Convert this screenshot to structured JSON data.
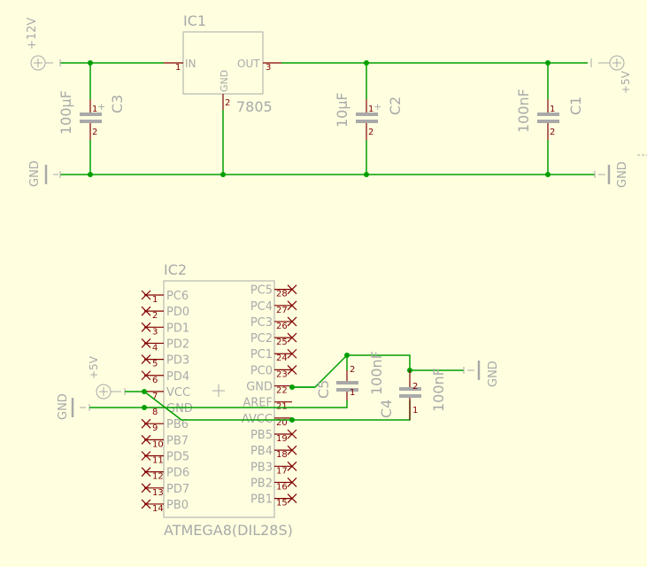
{
  "colors": {
    "background": "#ffffe0",
    "wire": "#009f00",
    "symbol": "#a9a9a9",
    "pin": "#800000"
  },
  "ic1": {
    "name": "IC1",
    "value": "7805",
    "pin_in": "IN",
    "pin_out": "OUT",
    "pin_gnd": "GND",
    "pin_num_in": "1",
    "pin_num_gnd": "2",
    "pin_num_out": "3"
  },
  "power": {
    "plus12": "+12V",
    "plus5": "+5V",
    "gnd": "GND"
  },
  "caps": {
    "c1": {
      "name": "C1",
      "value": "100nF"
    },
    "c2": {
      "name": "C2",
      "value": "10µF"
    },
    "c3": {
      "name": "C3",
      "value": "100µF"
    },
    "c4": {
      "name": "C4",
      "value": "100nF"
    },
    "c5": {
      "name": "C5",
      "value": "100nF"
    },
    "pin1": "1",
    "pin2": "2"
  },
  "ic2": {
    "name": "IC2",
    "value": "ATMEGA8(DIL28S)",
    "left_pins": [
      {
        "num": "1",
        "label": "PC6"
      },
      {
        "num": "2",
        "label": "PD0"
      },
      {
        "num": "3",
        "label": "PD1"
      },
      {
        "num": "4",
        "label": "PD2"
      },
      {
        "num": "5",
        "label": "PD3"
      },
      {
        "num": "6",
        "label": "PD4"
      },
      {
        "num": "7",
        "label": "VCC"
      },
      {
        "num": "8",
        "label": "GND"
      },
      {
        "num": "9",
        "label": "PB6"
      },
      {
        "num": "10",
        "label": "PB7"
      },
      {
        "num": "11",
        "label": "PD5"
      },
      {
        "num": "12",
        "label": "PD6"
      },
      {
        "num": "13",
        "label": "PD7"
      },
      {
        "num": "14",
        "label": "PB0"
      }
    ],
    "right_pins": [
      {
        "num": "28",
        "label": "PC5"
      },
      {
        "num": "27",
        "label": "PC4"
      },
      {
        "num": "26",
        "label": "PC3"
      },
      {
        "num": "25",
        "label": "PC2"
      },
      {
        "num": "24",
        "label": "PC1"
      },
      {
        "num": "23",
        "label": "PC0"
      },
      {
        "num": "22",
        "label": "GND"
      },
      {
        "num": "21",
        "label": "AREF"
      },
      {
        "num": "20",
        "label": "AVCC"
      },
      {
        "num": "19",
        "label": "PB5"
      },
      {
        "num": "18",
        "label": "PB4"
      },
      {
        "num": "17",
        "label": "PB3"
      },
      {
        "num": "16",
        "label": "PB2"
      },
      {
        "num": "15",
        "label": "PB1"
      }
    ]
  }
}
